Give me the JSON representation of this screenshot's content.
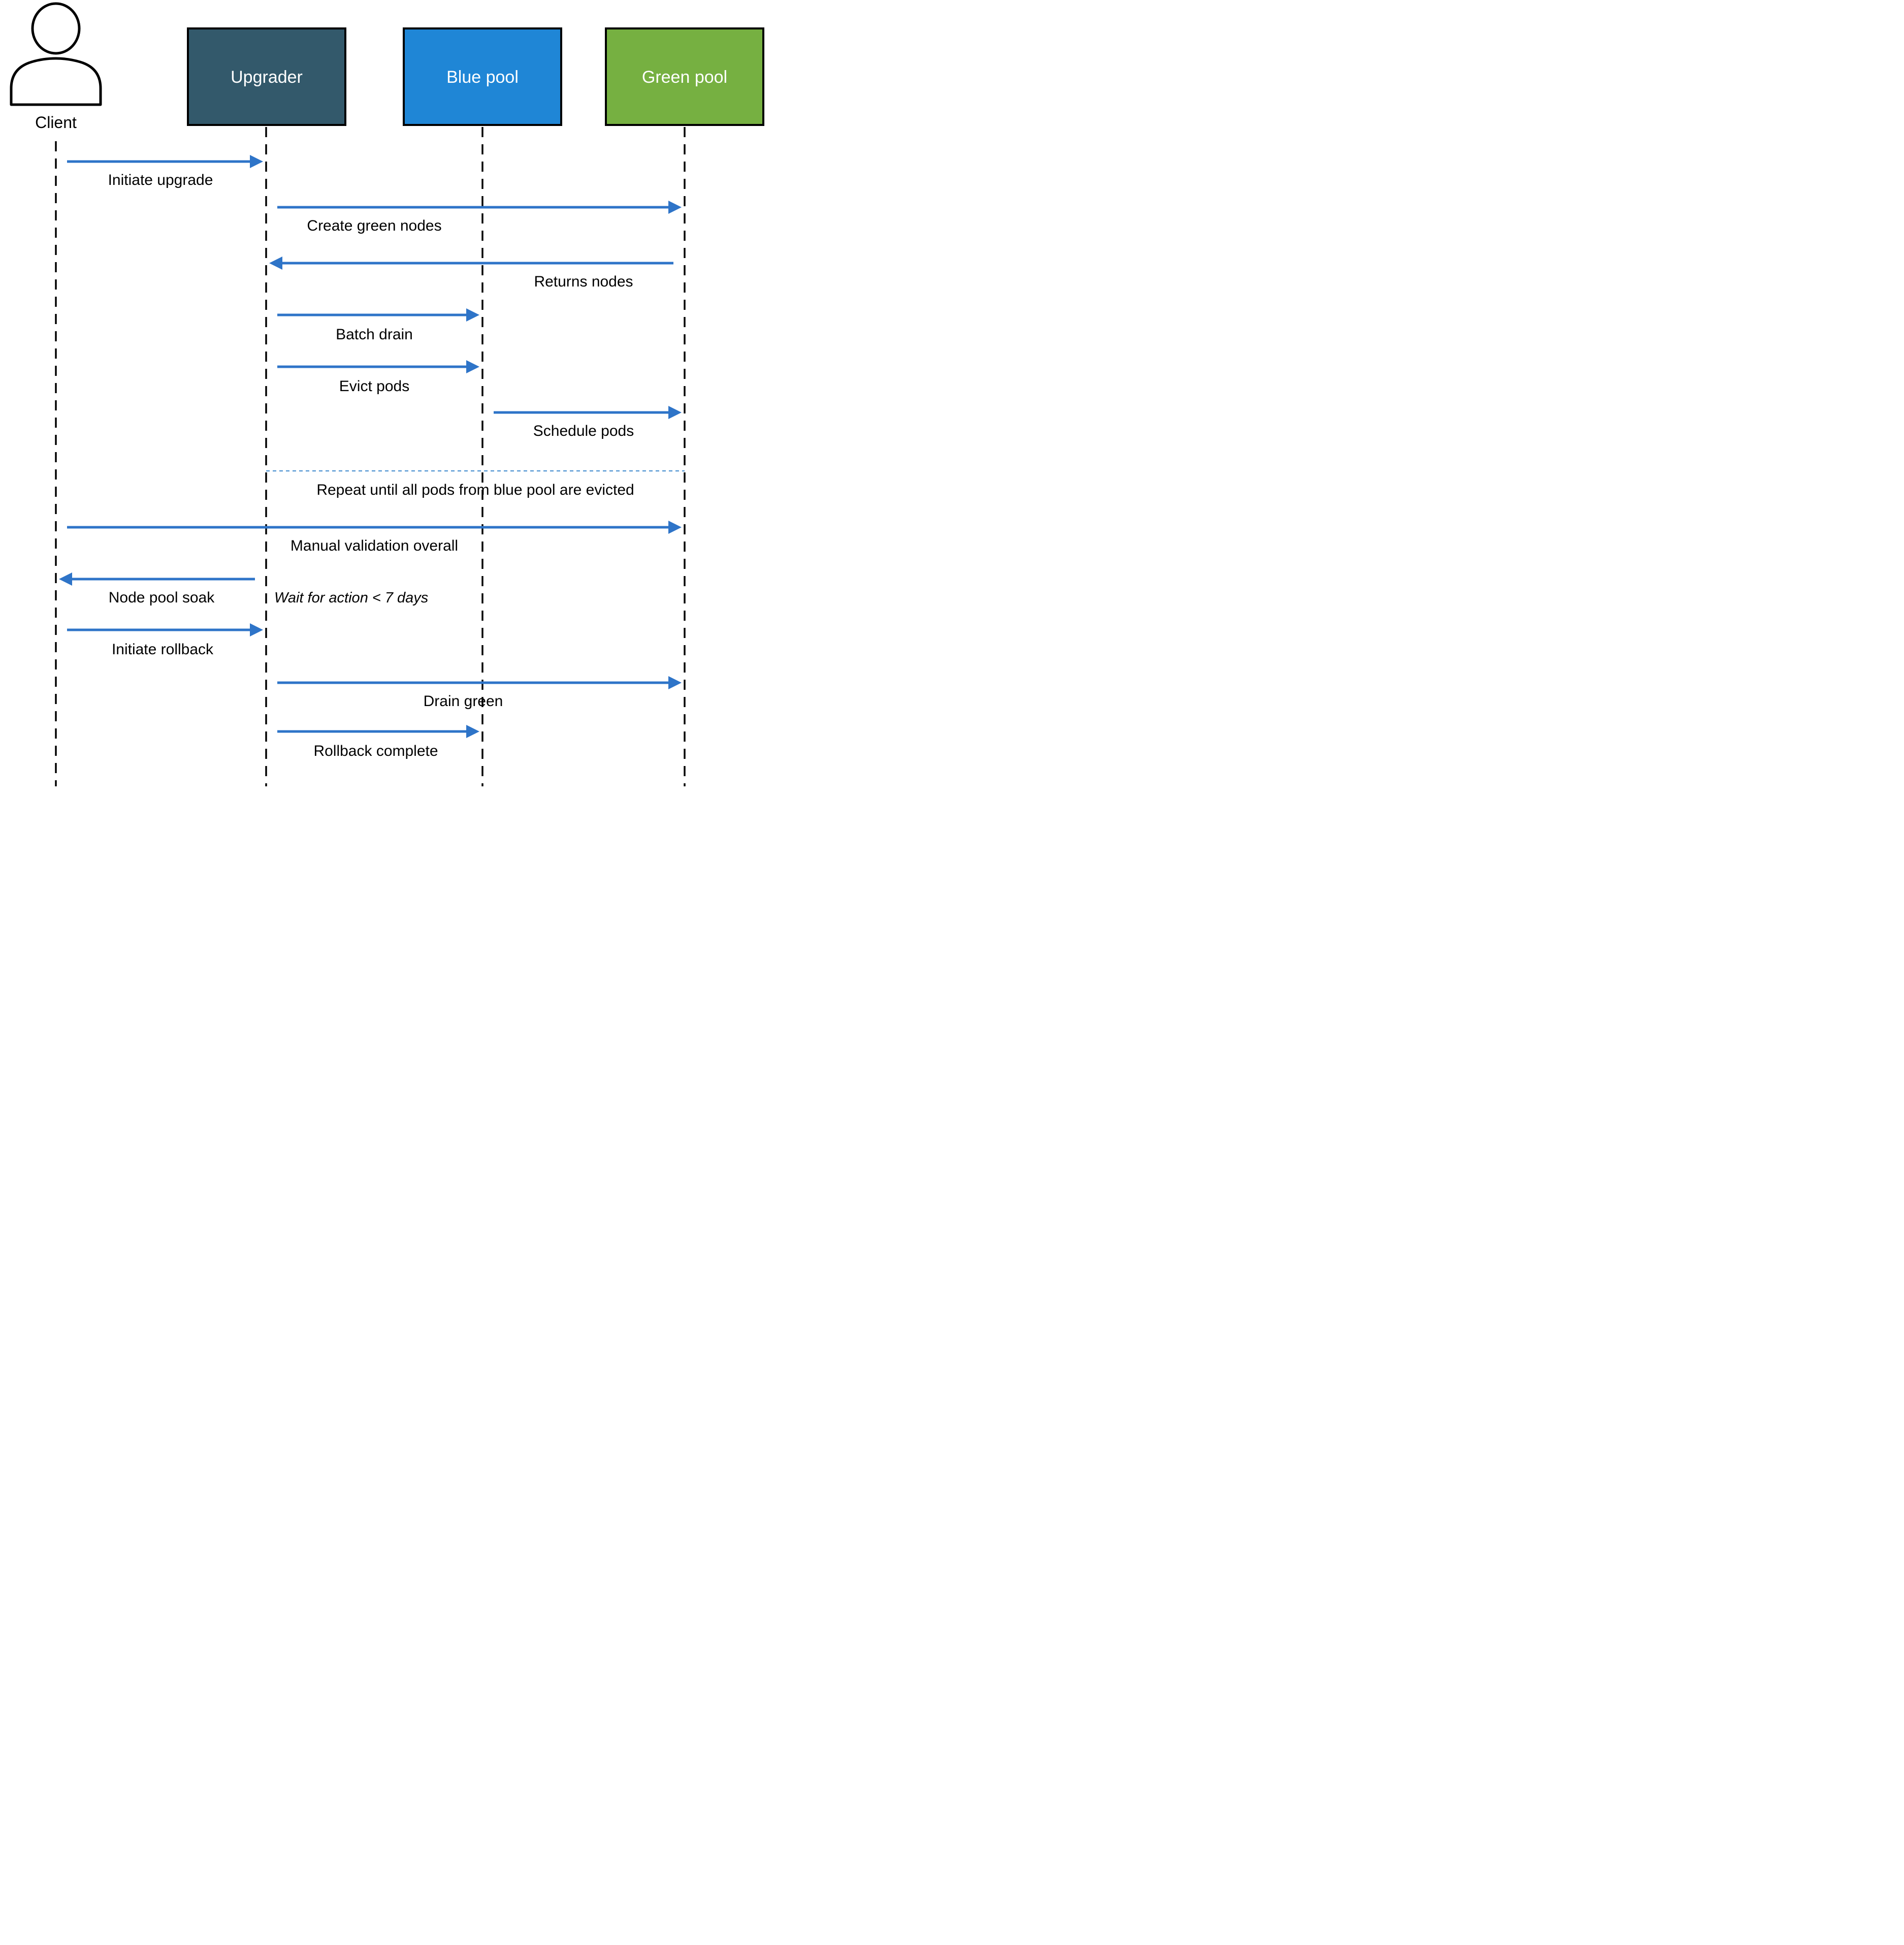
{
  "diagram": {
    "type": "sequence-diagram",
    "actors": [
      {
        "id": "client",
        "label": "Client",
        "kind": "person",
        "fill": "#ffffff"
      },
      {
        "id": "upgrader",
        "label": "Upgrader",
        "kind": "box",
        "fill": "#33596b"
      },
      {
        "id": "blue-pool",
        "label": "Blue pool",
        "kind": "box",
        "fill": "#1f86d6"
      },
      {
        "id": "green-pool",
        "label": "Green pool",
        "kind": "box",
        "fill": "#76b041"
      }
    ],
    "messages": [
      {
        "label": "Initiate upgrade",
        "from": "client",
        "to": "upgrader"
      },
      {
        "label": "Create green nodes",
        "from": "upgrader",
        "to": "green-pool"
      },
      {
        "label": "Returns nodes",
        "from": "green-pool",
        "to": "upgrader"
      },
      {
        "label": "Batch drain",
        "from": "upgrader",
        "to": "blue-pool"
      },
      {
        "label": "Evict pods",
        "from": "upgrader",
        "to": "blue-pool"
      },
      {
        "label": "Schedule pods",
        "from": "blue-pool",
        "to": "green-pool"
      },
      {
        "label": "Manual validation overall",
        "from": "client",
        "to": "green-pool"
      },
      {
        "label": "Node pool soak",
        "from": "upgrader",
        "to": "client"
      },
      {
        "label": "Initiate rollback",
        "from": "client",
        "to": "upgrader"
      },
      {
        "label": "Drain green",
        "from": "upgrader",
        "to": "green-pool"
      },
      {
        "label": "Rollback complete",
        "from": "upgrader",
        "to": "blue-pool"
      }
    ],
    "separator": {
      "label": "Repeat until all pods from blue pool are evicted"
    },
    "note": {
      "label": "Wait for action < 7 days"
    },
    "colors": {
      "arrow": "#2e74c8",
      "separator": "#5b9bd5",
      "lifeline": "#000000",
      "upgrader_fill": "#33596b",
      "blue_pool_fill": "#1f86d6",
      "green_pool_fill": "#76b041",
      "header_text": "#ffffff"
    }
  }
}
